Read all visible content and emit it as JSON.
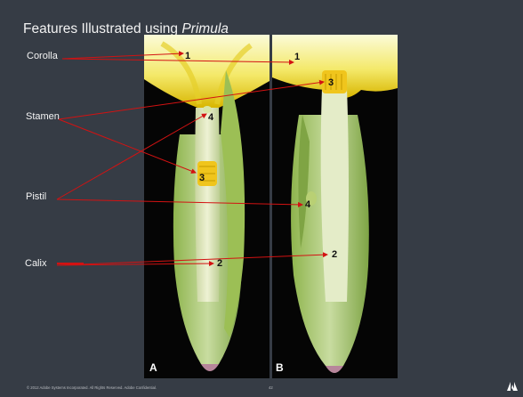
{
  "slide": {
    "title_prefix": "Features Illustrated using ",
    "title_italic": "Primula",
    "labels": {
      "corolla": "Corolla",
      "stamen": "Stamen",
      "pistil": "Pistil",
      "calix": "Calix"
    },
    "panel_a": {
      "letter": "A",
      "numbers": {
        "n1": "1",
        "n2": "2",
        "n3": "3",
        "n4": "4"
      }
    },
    "panel_b": {
      "letter": "B",
      "numbers": {
        "n1": "1",
        "n2": "2",
        "n3": "3",
        "n4": "4"
      }
    },
    "footer": "© 2012 Adobe Systems Incorporated.  All Rights Reserved.  Adobe Confidential.",
    "page_number": "42",
    "logo_name": "adobe-logo",
    "arrow_color": "#d31212"
  }
}
